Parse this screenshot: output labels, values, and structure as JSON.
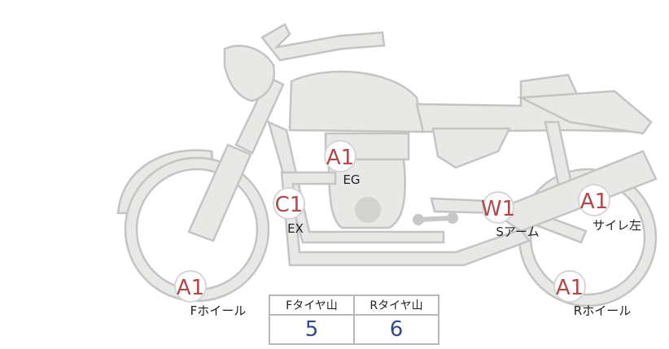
{
  "colors": {
    "grade": "#b24848",
    "value": "#2f4a8a"
  },
  "markers": [
    {
      "id": "eg",
      "grade": "A1",
      "label": "EG"
    },
    {
      "id": "ex",
      "grade": "C1",
      "label": "EX"
    },
    {
      "id": "swingarm",
      "grade": "W1",
      "label": "Sアーム"
    },
    {
      "id": "muffler",
      "grade": "A1",
      "label": "サイレ左"
    },
    {
      "id": "front-wheel",
      "grade": "A1",
      "label": "Fホイール"
    },
    {
      "id": "rear-wheel",
      "grade": "A1",
      "label": "Rホイール"
    }
  ],
  "tread": {
    "front_header": "Fタイヤ山",
    "rear_header": "Rタイヤ山",
    "front_value": "5",
    "rear_value": "6"
  }
}
